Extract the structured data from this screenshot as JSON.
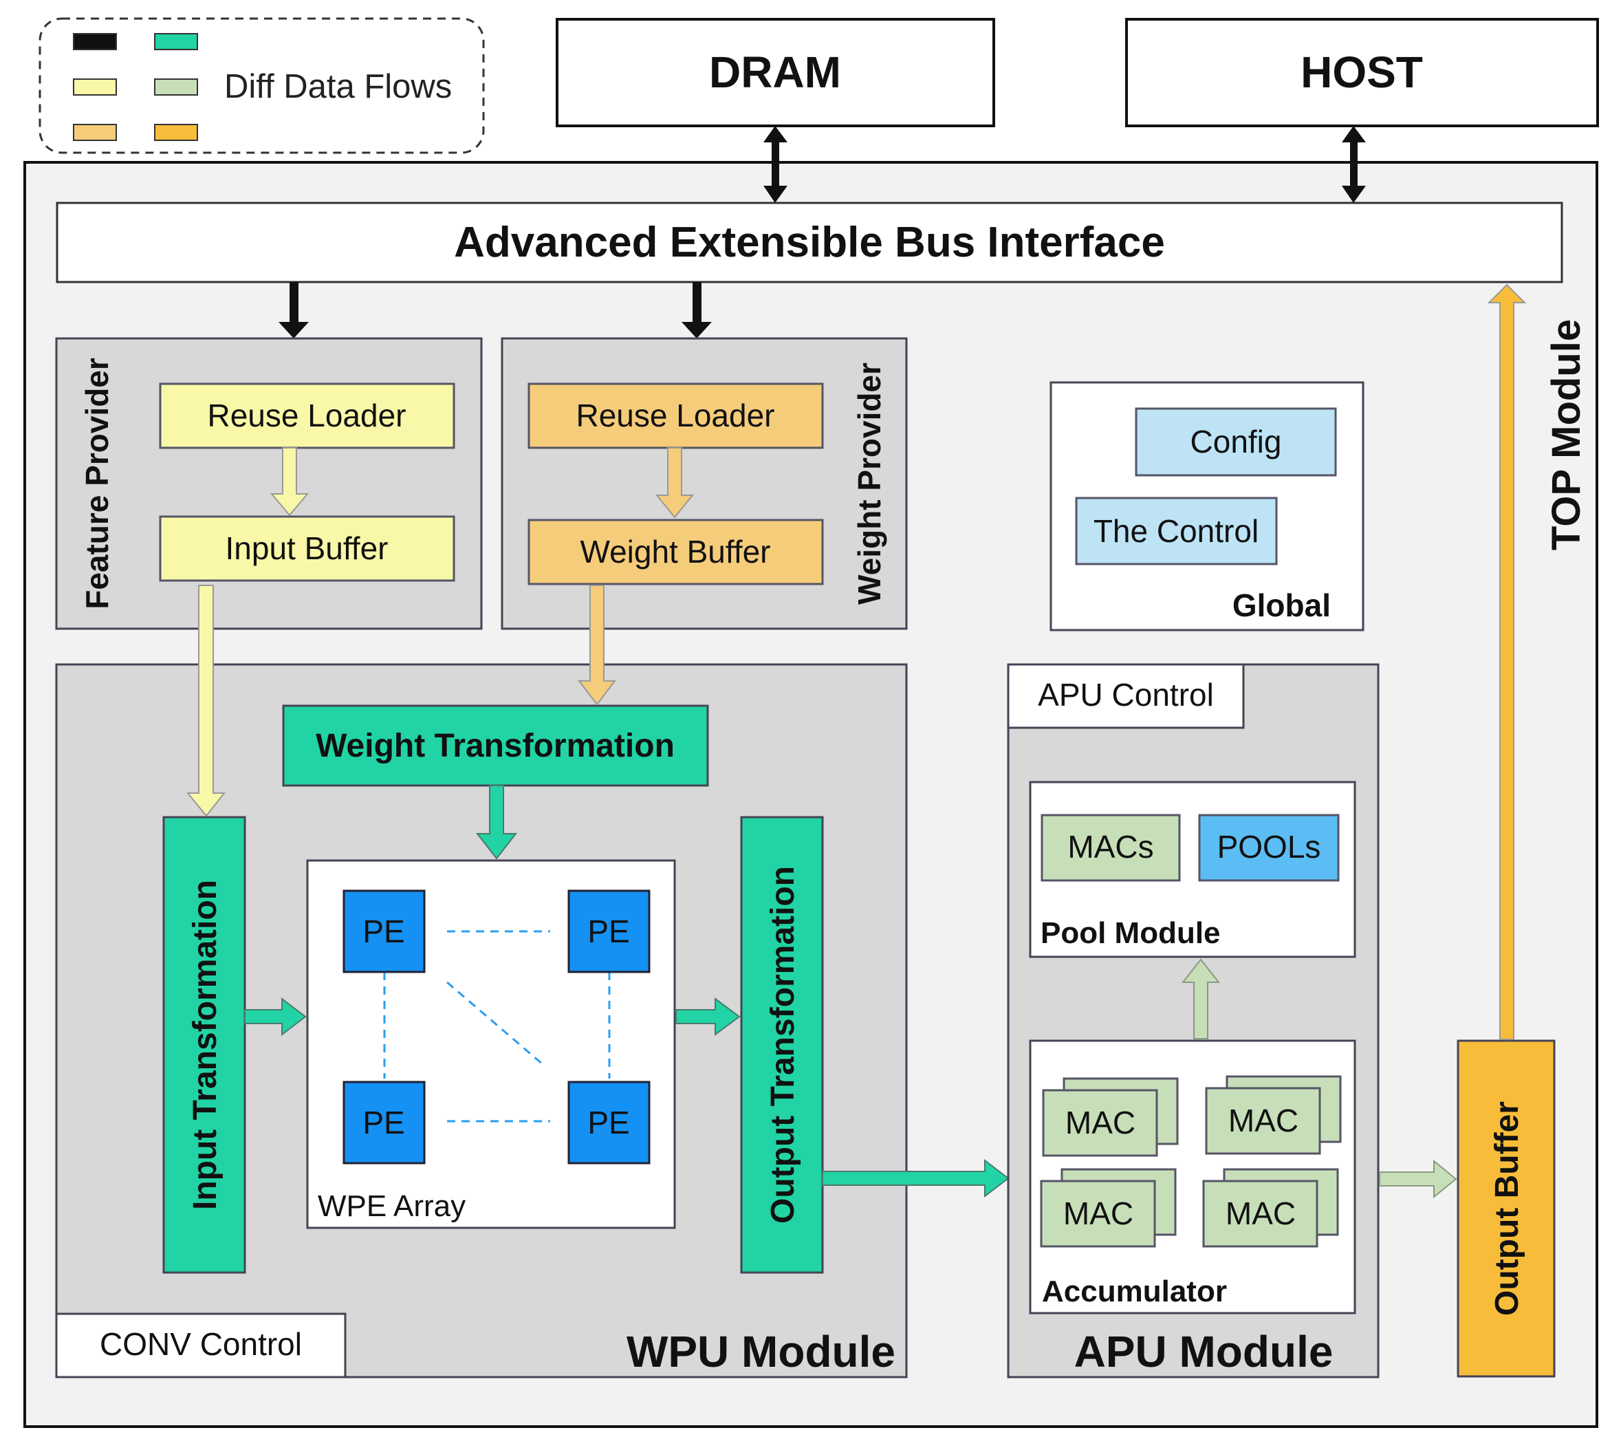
{
  "legend": {
    "label": "Diff Data Flows"
  },
  "external": {
    "dram": "DRAM",
    "host": "HOST"
  },
  "bus": {
    "label": "Advanced Extensible Bus Interface"
  },
  "top_module": {
    "label": "TOP Module"
  },
  "feature_provider": {
    "label": "Feature Provider",
    "reuse_loader": "Reuse Loader",
    "input_buffer": "Input Buffer"
  },
  "weight_provider": {
    "label": "Weight Provider",
    "reuse_loader": "Reuse Loader",
    "weight_buffer": "Weight Buffer"
  },
  "global": {
    "label": "Global",
    "config": "Config",
    "control": "The Control"
  },
  "wpu": {
    "label": "WPU Module",
    "conv_control": "CONV Control",
    "weight_transformation": "Weight Transformation",
    "input_transformation": "Input Transformation",
    "output_transformation": "Output Transformation",
    "wpe_array": "WPE Array",
    "pe": [
      "PE",
      "PE",
      "PE",
      "PE"
    ]
  },
  "apu": {
    "label": "APU Module",
    "apu_control": "APU Control",
    "pool_module": {
      "label": "Pool Module",
      "macs": "MACs",
      "pools": "POOLs"
    },
    "accumulator": {
      "label": "Accumulator",
      "macs": [
        "MAC",
        "MAC",
        "MAC",
        "MAC"
      ]
    }
  },
  "output_buffer": {
    "label": "Output Buffer"
  },
  "colors": {
    "black_flow": "#111111",
    "green": "#22d3a5",
    "light_yellow": "#f8f8a8",
    "light_green": "#c7dfb9",
    "light_orange": "#f5cc7a",
    "orange": "#f7bd3a",
    "pe_blue": "#1590f3",
    "light_blue": "#bde3f5",
    "gray_panel": "#d8d8d8",
    "outer_bg": "#f2f2f2"
  }
}
